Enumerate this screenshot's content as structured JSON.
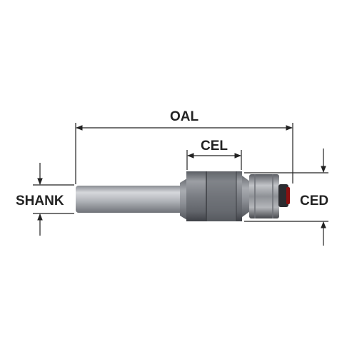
{
  "labels": {
    "oal": "OAL",
    "cel": "CEL",
    "shank": "SHANK",
    "ced": "CED"
  },
  "colors": {
    "dimension_line": "#222222",
    "shank_light": "#c9cbcf",
    "shank_dark": "#7c7f85",
    "cutter_dark": "#4e5158",
    "bearing_dark": "#3a3c40",
    "pin_red": "#8a1010"
  }
}
